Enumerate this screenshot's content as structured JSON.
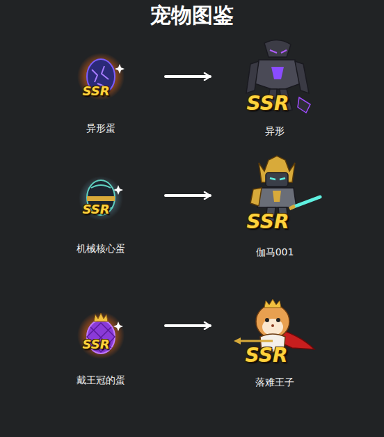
{
  "diagram": {
    "title": "宠物图鉴",
    "nodes": [
      {
        "text": [
          "SSR",
          "异形蛋"
        ]
      },
      {
        "text": [
          "SSR",
          "异形"
        ]
      },
      {
        "text": [
          "SSR",
          "机械核心蛋"
        ]
      },
      {
        "text": [
          "SSR",
          "伽马001"
        ]
      },
      {
        "text": [
          "SSR",
          "戴王冠的蛋"
        ]
      },
      {
        "text": [
          "SSR",
          "落难王子"
        ]
      }
    ],
    "edges": [
      {
        "from": 0,
        "to": 1,
        "arrow": "to"
      },
      {
        "from": 2,
        "to": 3,
        "arrow": "to"
      },
      {
        "from": 4,
        "to": 5,
        "arrow": "to"
      }
    ]
  }
}
